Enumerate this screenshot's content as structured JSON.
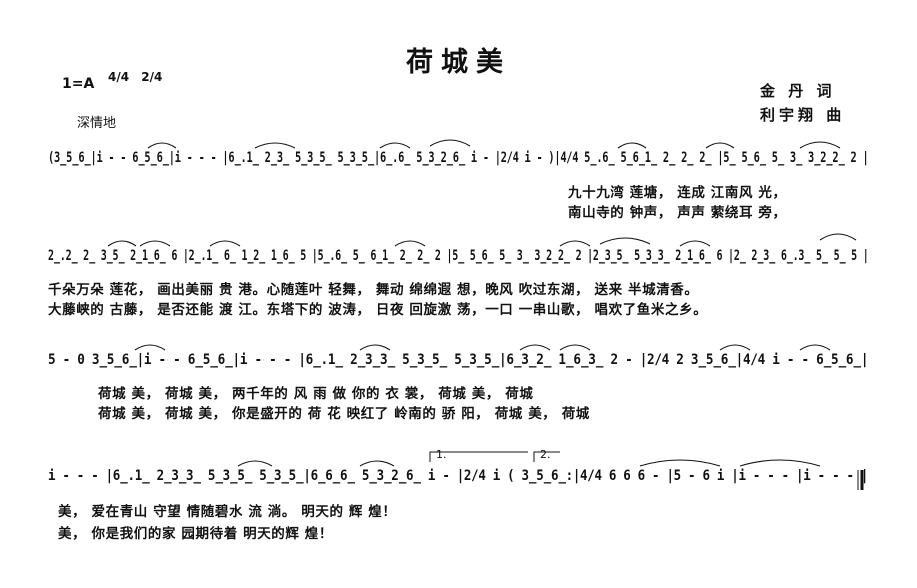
{
  "title": "荷城美",
  "key": "1=A",
  "meters": [
    "4/4",
    "2/4"
  ],
  "tempo": "深情地",
  "lyricist": "金  丹  词",
  "composer": "利宇翔 曲",
  "systems": [
    {
      "notes": "(3̲5̲6̲|i - - 6̲5̲6̲|i - - - |6̲.1̲ 2̲3̲ 5̲3̲5̲ 5̲3̲5̲|6̲.6̲ 5̲3̲2̲6̲ i - |2/4 i - )|4/4 5̲.6̲ 5̲6̲1̲ 2̲ 2̲ 2̲ |5̲ 5̲6̲ 5̲ 3̲ 3̲2̲2̲ 2 |",
      "lyrics": [
        "九十九湾  莲塘，  连成  江南风  光，",
        "南山寺的  钟声，  声声  萦绕耳  旁，"
      ]
    },
    {
      "notes": "2̲.2̲ 2̲ 3̲5̲ 2̲1̲6̲ 6 |2̲.1̲ 6̲ 1̲2̲ 1̲6̲ 5 |5̲.6̲ 5̲ 6̲1̲ 2̲ 2̲ 2 |5̲ 5̲6̲ 5̲ 3̲ 3̲2̲2̲ 2 |2̲3̲5̲ 5̲3̲3̲ 2̲1̲6̲ 6 |2̲ 2̲3̲ 6̲.3̲ 5̲ 5̲ 5 |",
      "lyrics": [
        "千朵万朵 莲花，  画出美丽 贵 港。心随莲叶 轻舞，  舞动  绵绵遐 想，晚风  吹过东湖，  送来  半城清香。",
        "大藤峡的 古藤，  是否还能 渡 江。东塔下的 波涛，  日夜  回旋激 荡，一口  一串山歌，  唱欢了鱼米之乡。"
      ]
    },
    {
      "notes": "5 - 0 3̲5̲6̲|i - - 6̲5̲6̲|i - - - |6̲.1̲ 2̲3̲3̲ 5̲3̲5̲ 5̲3̲5̲|6̲3̲2̲ 1̲6̲3̲ 2 - |2/4 2 3̲5̲6̲|4/4 i - - 6̲5̲6̲|",
      "lyrics": [
        "荷城  美，  荷城  美，      两千年的  风  雨  做  你的  衣  裳，      荷城   美，  荷城",
        "荷城  美，  荷城  美，    你是盛开的 荷 花 映红了 岭南的 骄  阳，      荷城   美，  荷城"
      ]
    },
    {
      "notes": "i - - - |6̲.1̲ 2̲3̲3̲ 5̲3̲5̲ 5̲3̲5̲|6̲6̲6̲ 5̲3̲2̲6̲ i - |2/4 i ( 3̲5̲6̲:|4/4 6 6 6 - |5 - 6 i |i - - - |i - - - |",
      "volta1": "1.",
      "volta2": "2.",
      "lyrics": [
        "美，   爱在青山  守望  情随碧水  流  淌。               明天的      辉      煌！",
        "美，   你是我们的家 园期待着 明天的辉  煌！"
      ]
    }
  ]
}
